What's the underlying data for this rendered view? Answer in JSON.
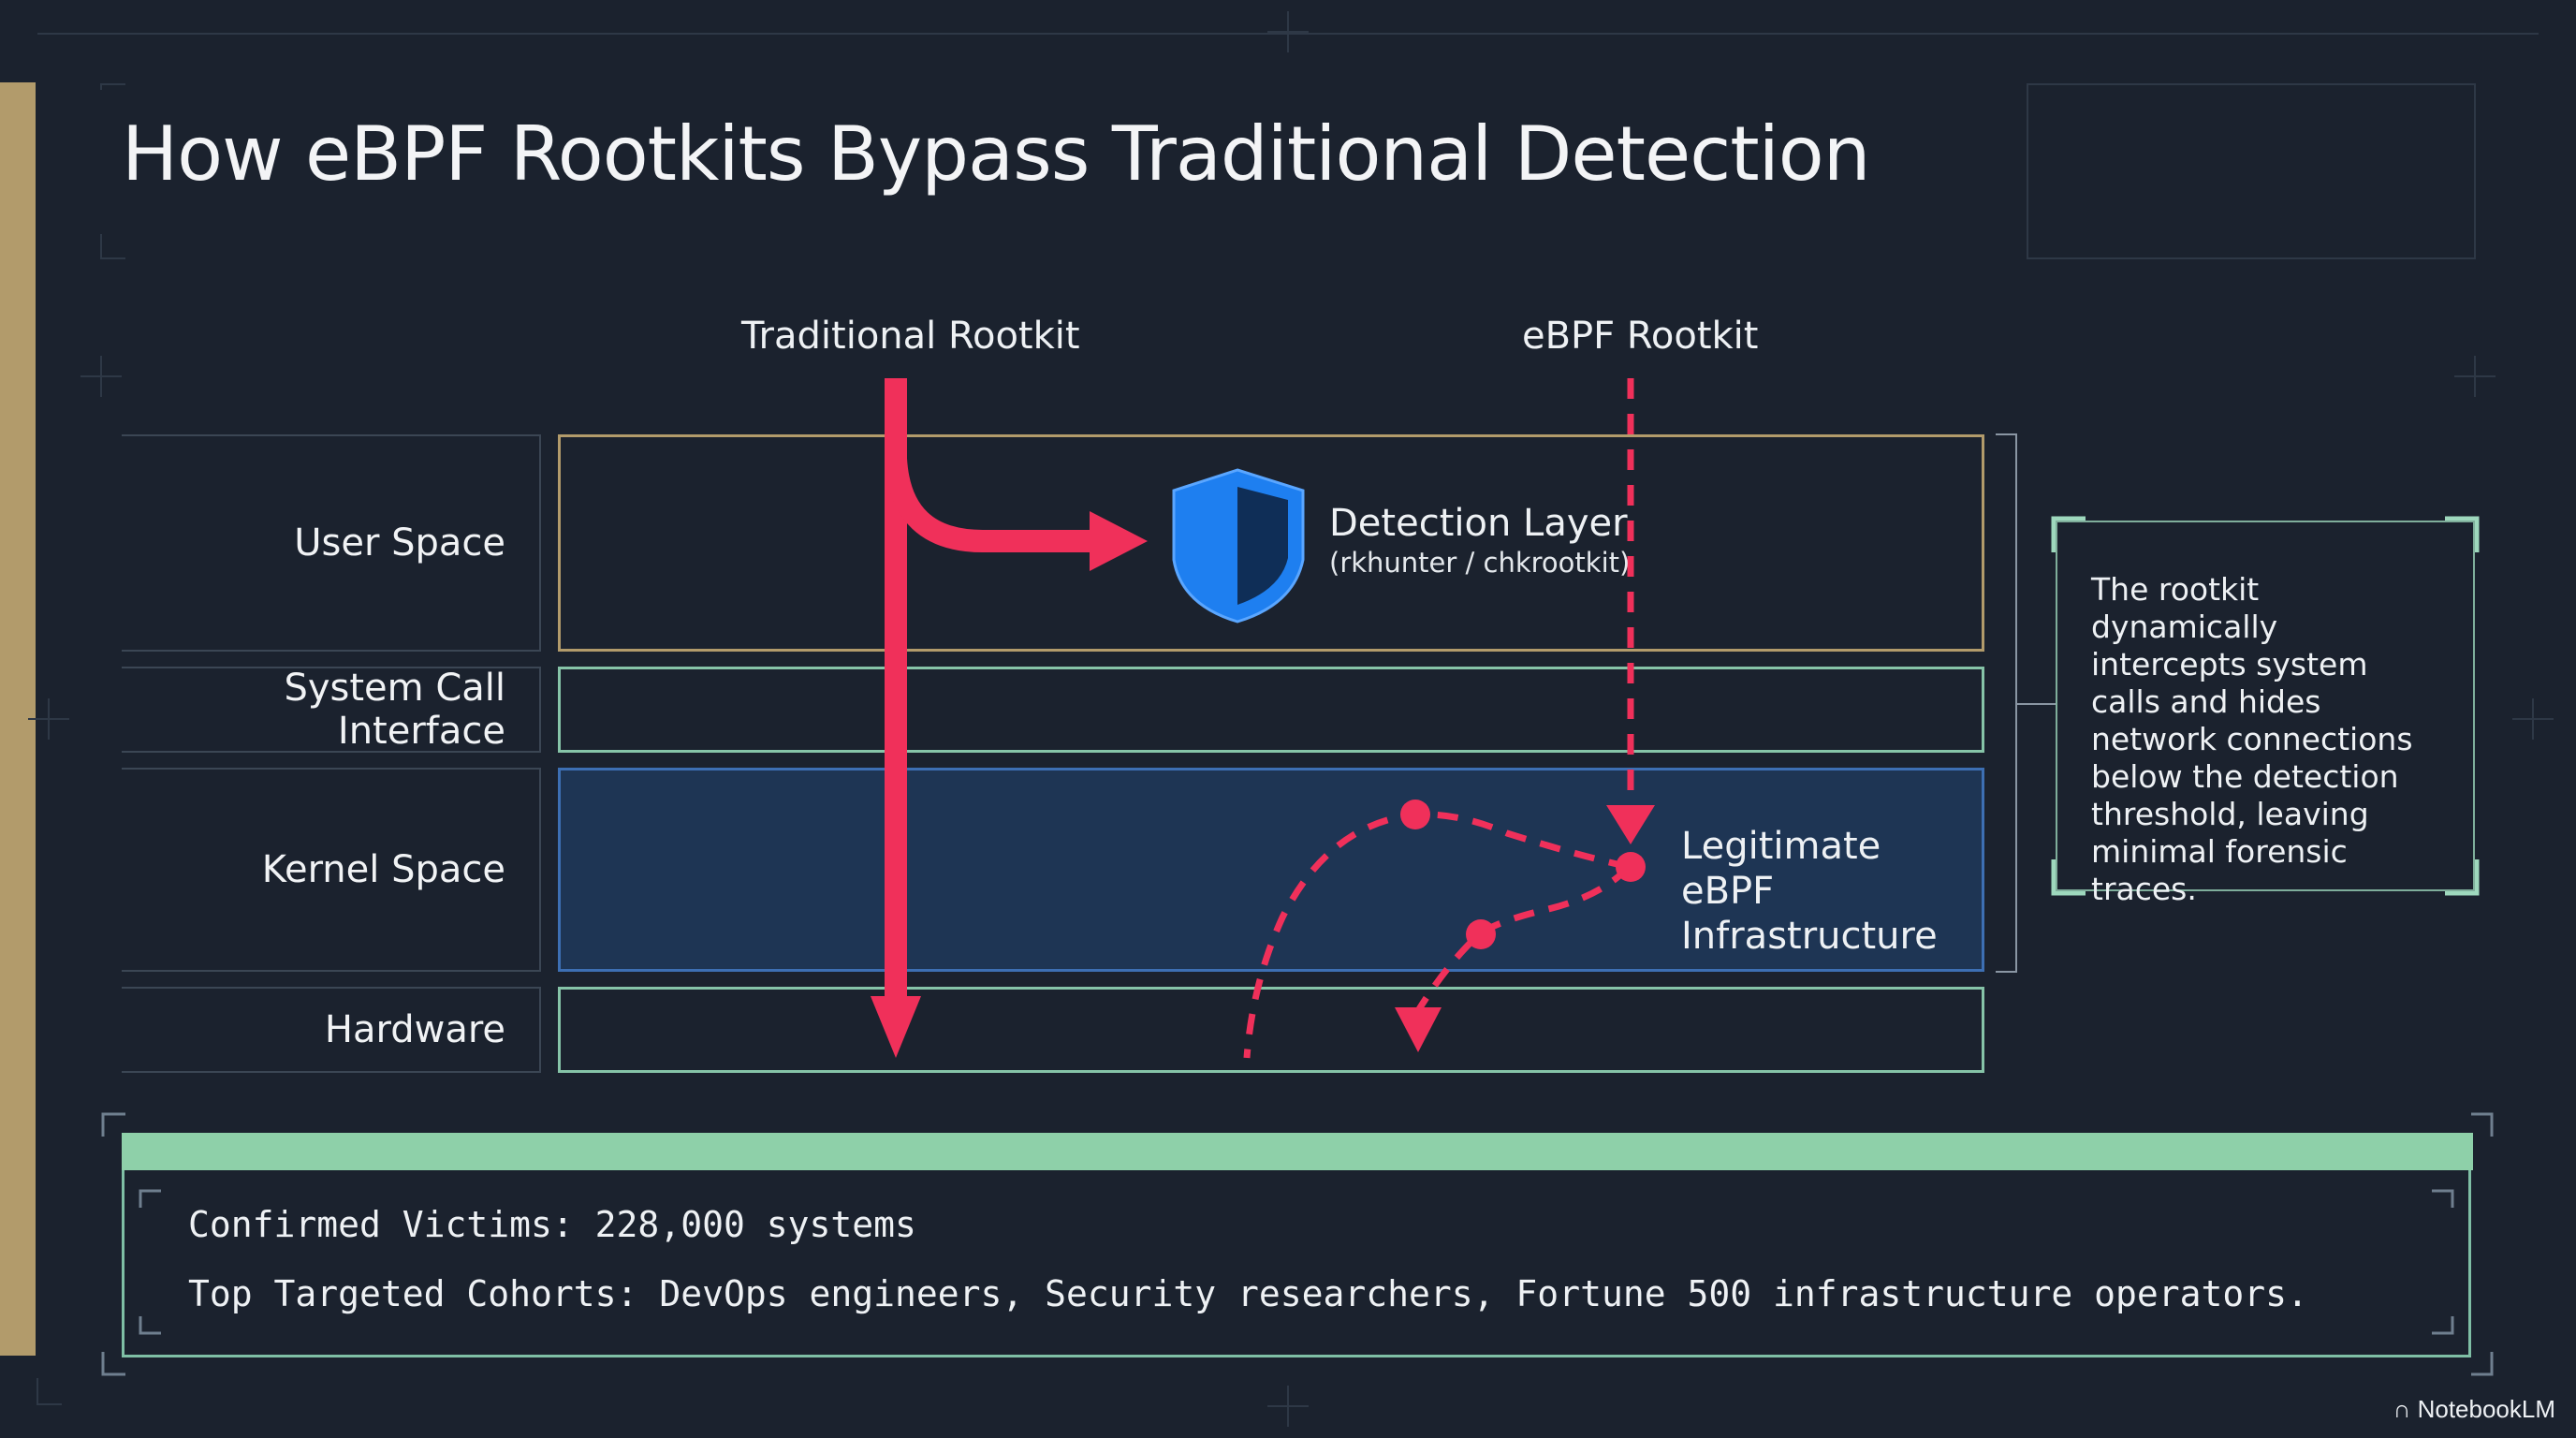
{
  "title": "How eBPF Rootkits Bypass Traditional Detection",
  "columns": {
    "traditional": "Traditional Rootkit",
    "ebpf": "eBPF Rootkit"
  },
  "layers": [
    {
      "label": "User Space"
    },
    {
      "label": "System Call Interface"
    },
    {
      "label": "Kernel Space"
    },
    {
      "label": "Hardware"
    }
  ],
  "detection": {
    "title": "Detection Layer",
    "subtitle": "(rkhunter / chkrootkit)"
  },
  "legit": {
    "line1": "Legitimate eBPF",
    "line2": "Infrastructure"
  },
  "note": "The rootkit dynamically intercepts system calls and hides network connections below the detection threshold, leaving minimal forensic traces.",
  "stats": {
    "victims": "Confirmed Victims: 228,000 systems",
    "cohorts": "Top Targeted Cohorts: DevOps engineers, Security researchers, Fortune 500 infrastructure operators."
  },
  "brand": "NotebookLM",
  "colors": {
    "background": "#1b222e",
    "accent_red": "#f0305a",
    "shield_blue": "#1e7ff0",
    "gold": "#b29b6b",
    "mint": "#8ed0a9",
    "kernel_fill": "#1e3554"
  }
}
